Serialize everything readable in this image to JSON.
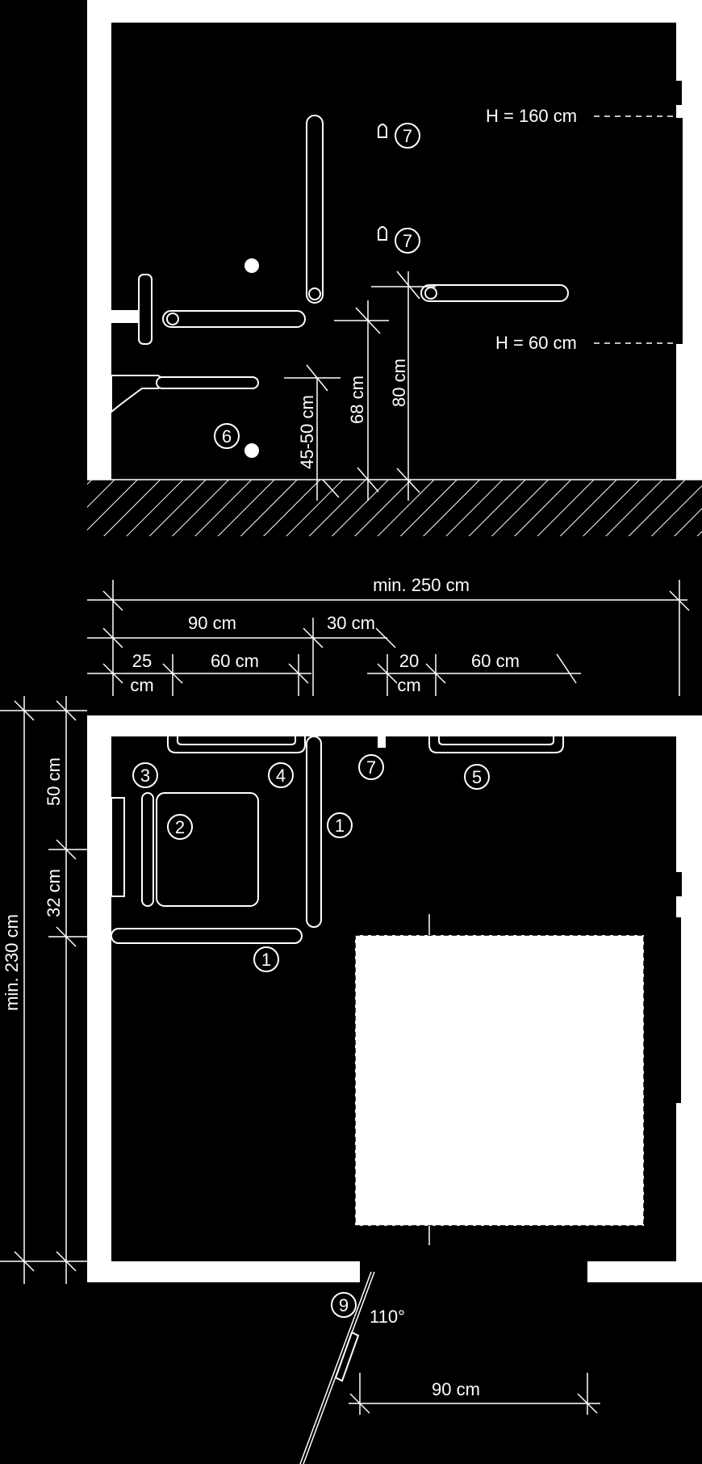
{
  "elevation": {
    "heights": {
      "top_outlet": "H = 160 cm",
      "bottom_outlet": "H = 60 cm"
    },
    "vertical_dims": {
      "seat": "45-50 cm",
      "lower_bar": "68 cm",
      "side_bar": "80 cm"
    },
    "markers": {
      "six": "6",
      "seven": "7"
    }
  },
  "horizontal_dims": {
    "total": "min. 250 cm",
    "left_zone": "90 cm",
    "gap": "30 cm",
    "left_a_value": "25",
    "left_a_unit": "cm",
    "left_b": "60 cm",
    "right_a_value": "20",
    "right_a_unit": "cm",
    "right_b": "60 cm"
  },
  "plan_dims": {
    "total_depth": "min. 230 cm",
    "upper": "50 cm",
    "middle": "32 cm",
    "door_width": "90 cm",
    "door_angle": "110°"
  },
  "plan_markers": {
    "one": "1",
    "two": "2",
    "three": "3",
    "four": "4",
    "five": "5",
    "seven": "7",
    "nine": "9"
  }
}
